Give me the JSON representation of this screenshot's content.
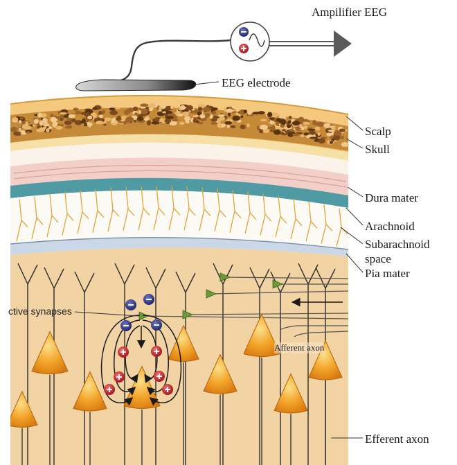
{
  "labels": {
    "amplifier": "Ampilifier EEG",
    "electrode": "EEG electrode",
    "scalp": "Scalp",
    "skull": "Skull",
    "dura": "Dura mater",
    "arachnoid": "Arachnoid",
    "subarachnoid_1": "Subarachnoid",
    "subarachnoid_2": "space",
    "pia": "Pia mater",
    "synapses": "ctive synapses",
    "afferent": "Afferent axon",
    "efferent": "Efferent axon"
  },
  "charges": {
    "negative": "−",
    "positive": "+"
  },
  "colors": {
    "scalp": "#f4c97e",
    "skull": "#e7b85a",
    "dura": "#f2cfc8",
    "arachnoid": "#4f9aa3",
    "cortex": "#f1d3a4",
    "neuron": "#f09a1e",
    "negative": "#2a2f7a",
    "positive": "#c0202a",
    "synapse": "#6d9a3a"
  }
}
